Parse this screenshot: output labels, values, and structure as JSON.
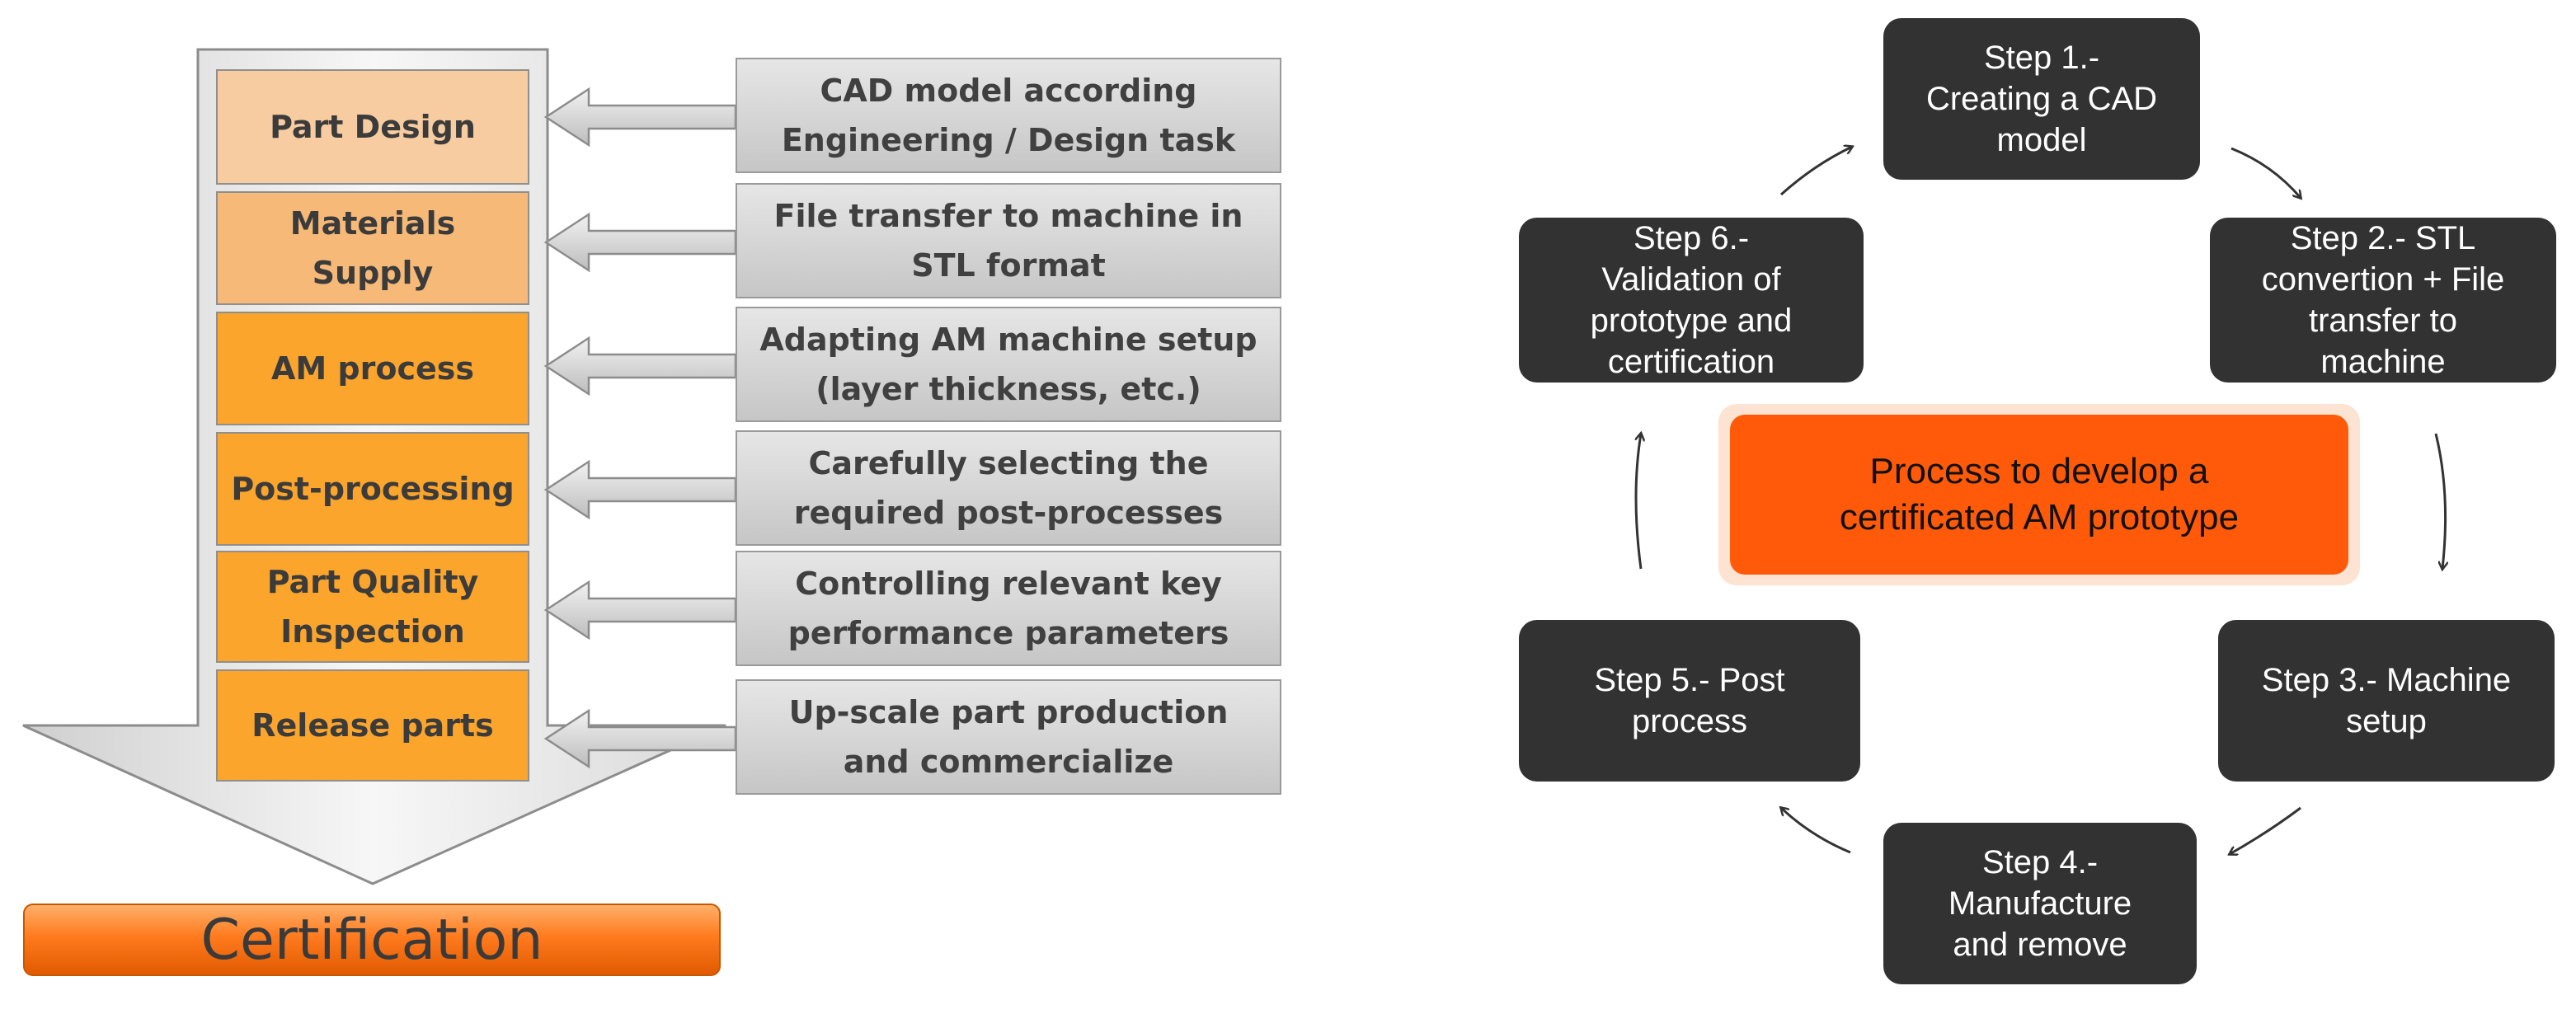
{
  "left_flow": {
    "stages": [
      "Part Design",
      "Materials Supply",
      "AM process",
      "Post-processing",
      "Part Quality Inspection",
      "Release parts"
    ],
    "stage_lines": [
      [
        "Part Design"
      ],
      [
        "Materials",
        "Supply"
      ],
      [
        "AM process"
      ],
      [
        "Post-processing"
      ],
      [
        "Part Quality",
        "Inspection"
      ],
      [
        "Release parts"
      ]
    ],
    "tasks": [
      [
        "CAD model according",
        "Engineering / Design task"
      ],
      [
        "File transfer to machine in",
        "STL format"
      ],
      [
        "Adapting AM machine setup",
        "(layer thickness, etc.)"
      ],
      [
        "Carefully selecting the",
        "required post-processes"
      ],
      [
        "Controlling relevant key",
        "performance parameters"
      ],
      [
        "Up-scale part production",
        "and commercialize"
      ]
    ],
    "result": "Certification",
    "colors": {
      "stage_light": "#f6cca0",
      "stage_mid": "#f6b978",
      "stage_orange": "#fba52c",
      "task_gray": "#d4d4d4",
      "certification": "#ff7b1e"
    }
  },
  "cycle": {
    "center": [
      "Process to develop a",
      "certificated AM prototype"
    ],
    "steps": [
      [
        "Step 1.-",
        "Creating a CAD",
        "model"
      ],
      [
        "Step 2.- STL",
        "convertion + File",
        "transfer to",
        "machine"
      ],
      [
        "Step 3.- Machine",
        "setup"
      ],
      [
        "Step 4.-",
        "Manufacture",
        "and remove"
      ],
      [
        "Step 5.- Post",
        "process"
      ],
      [
        "Step 6.-",
        "Validation of",
        "prototype and",
        "certification"
      ]
    ],
    "colors": {
      "step_box": "#323232",
      "center_fill": "#ff5a0a",
      "center_glow": "#fde4d2"
    }
  }
}
